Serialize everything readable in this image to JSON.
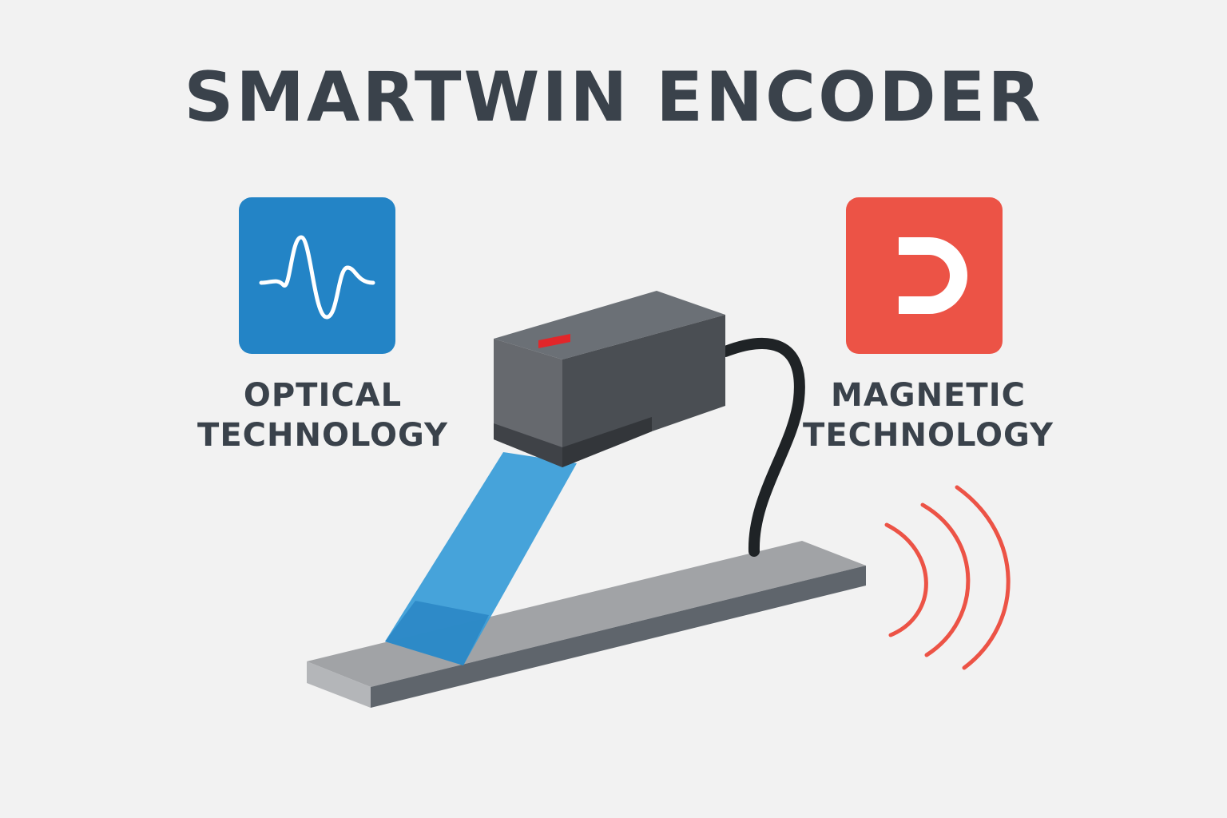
{
  "title": "SMARTWIN ENCODER",
  "optical": {
    "icon": "sine-wave-icon",
    "line1": "OPTICAL",
    "line2": "TECHNOLOGY",
    "color": "#2384c6"
  },
  "magnetic": {
    "icon": "magnet-d-icon",
    "line1": "MAGNETIC",
    "line2": "TECHNOLOGY",
    "color": "#ec5346"
  },
  "colors": {
    "background": "#f2f2f2",
    "text": "#3a424b",
    "sensor_body": "#55595e",
    "cable": "#1f2326",
    "scale": "#a1a3a6",
    "light_beam": "#3c9ed8",
    "indicator": "#e2262a",
    "signal_waves": "#ec5346"
  }
}
